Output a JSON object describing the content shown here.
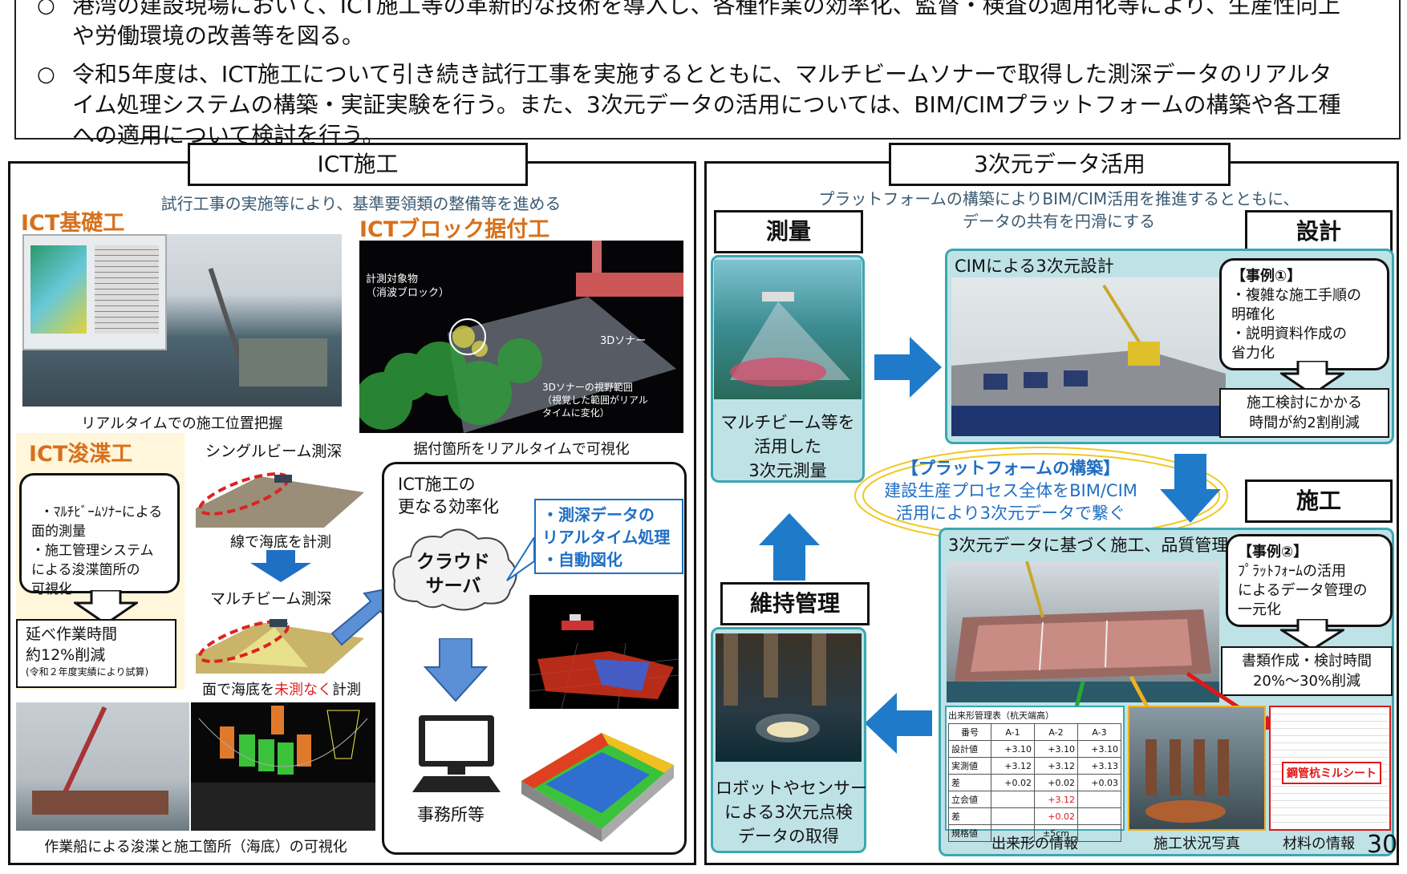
{
  "top": {
    "line0_mark": "○",
    "line0_a": "港湾の建設現場において、ICT施工等の革新的な技術を導入し、各種作業の効率化、監督・検査の適用化等により、生産性向上",
    "line0_b": "や労働環境の改善等を図る。",
    "line1_mark": "○",
    "line1_a": "令和5年度は、ICT施工について引き続き試行工事を実施するとともに、マルチビームソナーで取得した測深データのリアルタ",
    "line1_b": "イム処理システムの構築・実証実験を行う。また、3次元データの活用については、BIM/CIMプラットフォームの構築や各工種",
    "line1_c": "への適用について検討を行う。"
  },
  "left": {
    "title": "ICT施工",
    "subtitle": "試行工事の実施等により、基準要領類の整備等を進める",
    "foundation": {
      "heading": "ICT基礎工",
      "caption": "リアルタイムでの施工位置把握"
    },
    "block": {
      "heading": "ICTブロック据付工",
      "label_target": "計測対象物\n（消波ブロック）",
      "label_sonar": "3Dソナー",
      "label_range": "3Dソナーの視野範囲\n（視覚した範囲がリアル\nタイムに変化）",
      "caption": "据付箇所をリアルタイムで可視化"
    },
    "dredge": {
      "heading": "ICT浚渫工",
      "box1": "・ﾏﾙﾁﾋﾞｰﾑｿﾅｰによる\n面的測量\n・施工管理システム\nによる浚渫箇所の\n可視化",
      "box2_a": "延べ作業時間",
      "box2_b": "約12%削減",
      "box2_c": "(令和２年度実績により試算)",
      "single": "シングルビーム測深",
      "single_cap": "線で海底を計測",
      "multi": "マルチビーム測深",
      "multi_cap_a": "面で海底を",
      "multi_cap_b": "未測なく",
      "multi_cap_c": "計測",
      "bottom_cap": "作業船による浚渫と施工箇所（海底）の可視化"
    },
    "efficiency": {
      "title_a": "ICT施工の",
      "title_b": "更なる効率化",
      "cloud_a": "クラウド",
      "cloud_b": "サーバ",
      "callout_a": "・測深データの",
      "callout_b": "リアルタイム処理",
      "callout_c": "・自動図化",
      "office": "事務所等"
    }
  },
  "right": {
    "title": "3次元データ活用",
    "subtitle_a": "プラットフォームの構築によりBIM/CIM活用を推進するとともに、",
    "subtitle_b": "データの共有を円滑にする",
    "survey": {
      "label": "測量",
      "text": "マルチビーム等を\n活用した\n3次元測量"
    },
    "design": {
      "label": "設計",
      "panel_title": "CIMによる3次元設計",
      "case_title": "【事例①】",
      "case_body": "・複雑な施工手順の\n明確化\n・説明資料作成の\n省力化",
      "result": "施工検討にかかる\n時間が約2割削減"
    },
    "platform": {
      "title": "【プラットフォームの構築】",
      "body_a": "建設生産プロセス全体をBIM/CIM",
      "body_b": "活用により3次元データで繋ぐ"
    },
    "construction": {
      "label": "施工",
      "panel_title": "3次元データに基づく施工、品質管理",
      "case_title": "【事例②】",
      "case_body": "ﾌﾟﾗｯﾄﾌｫｰﾑの活用\nによるデータ管理の\n一元化",
      "result": "書類作成・検討時間\n20%～30%削減",
      "cap_shape": "出来形の情報",
      "cap_photo": "施工状況写真",
      "cap_material": "材料の情報",
      "mill_label": "鋼管杭ミルシート"
    },
    "maintenance": {
      "label": "維持管理",
      "text": "ロボットやセンサー\nによる3次元点検\nデータの取得"
    },
    "table": {
      "title": "出来形管理表（杭天端高）",
      "header": [
        "番号",
        "A-1",
        "A-2",
        "A-3"
      ],
      "rows": [
        [
          "設計値",
          "+3.10",
          "+3.10",
          "+3.10"
        ],
        [
          "実測値",
          "+3.12",
          "+3.12",
          "+3.13"
        ],
        [
          "差",
          "+0.02",
          "+0.02",
          "+0.03"
        ],
        [
          "立会値",
          "",
          "+3.12",
          ""
        ],
        [
          "差",
          "",
          "+0.02",
          ""
        ],
        [
          "規格値",
          "",
          "±5cm",
          ""
        ]
      ]
    }
  },
  "page_number": "30"
}
